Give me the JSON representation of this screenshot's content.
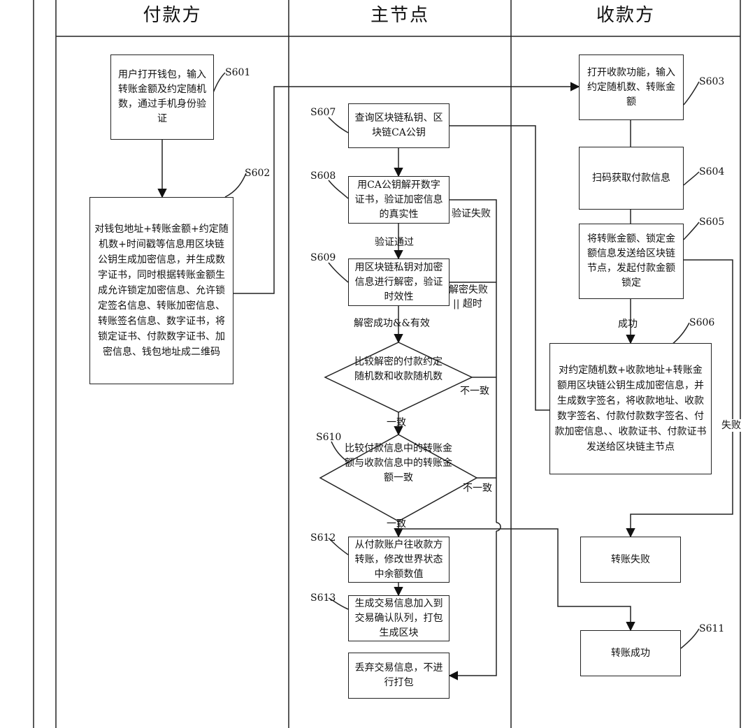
{
  "lanes": {
    "payer": "付款方",
    "main_node": "主节点",
    "payee": "收款方"
  },
  "steps": {
    "s601": {
      "id": "S601",
      "text": "用户打开钱包，输入转账金额及约定随机数，通过手机身份验证"
    },
    "s602": {
      "id": "S602",
      "text": "对钱包地址+转账金额+约定随机数+时间戳等信息用区块链公钥生成加密信息，并生成数字证书，同时根据转账金额生成允许锁定加密信息、允许锁定签名信息、转账加密信息、转账签名信息、数字证书，将锁定证书、付款数字证书、加密信息、钱包地址成二维码"
    },
    "s603": {
      "id": "S603",
      "text": "打开收款功能，输入约定随机数、转账金额"
    },
    "s604": {
      "id": "S604",
      "text": "扫码获取付款信息"
    },
    "s605": {
      "id": "S605",
      "text": "将转账金额、锁定金额信息发送给区块链节点，发起付款金额锁定"
    },
    "s606": {
      "id": "S606",
      "text": "对约定随机数+收款地址+转账金额用区块链公钥生成加密信息，并生成数字签名，将收款地址、收款数字签名、付款付款数字签名、付款加密信息、、收款证书、付款证书发送给区块链主节点"
    },
    "s607": {
      "id": "S607",
      "text": "查询区块链私钥、区块链CA公钥"
    },
    "s608": {
      "id": "S608",
      "text": "用CA公钥解开数字证书，验证加密信息的真实性"
    },
    "s609": {
      "id": "S609",
      "text": "用区块链私钥对加密信息进行解密，验证时效性"
    },
    "d1": {
      "text": "比较解密的付款约定随机数和收款随机数"
    },
    "s610": {
      "id": "S610",
      "text": "比较付款信息中的转账金额与收款信息中的转账金额一致"
    },
    "s612": {
      "id": "S612",
      "text": "从付款账户往收款方转账，修改世界状态中余额数值"
    },
    "s613": {
      "id": "S613",
      "text": "生成交易信息加入到交易确认队列，打包生成区块"
    },
    "discard": {
      "text": "丢弃交易信息，不进行打包"
    },
    "fail": {
      "text": "转账失败"
    },
    "s611": {
      "id": "S611",
      "text": "转账成功"
    }
  },
  "labels": {
    "verify_fail": "验证失败",
    "verify_pass": "验证通过",
    "decrypt_fail": "解密失败",
    "timeout": "|| 超时",
    "decrypt_ok": "解密成功&&有效",
    "mismatch1": "不一致",
    "match1": "一致",
    "mismatch2": "不一致",
    "match2": "一致",
    "success": "成功",
    "failure": "失败"
  }
}
